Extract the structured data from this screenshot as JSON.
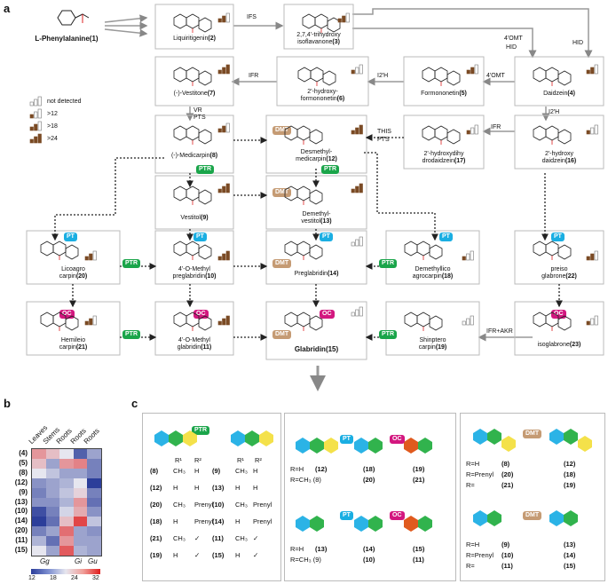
{
  "panels": {
    "a": "a",
    "b": "b",
    "c": "c"
  },
  "legend": {
    "items": [
      "not detected",
      ">12",
      ">18",
      ">24"
    ]
  },
  "compounds": {
    "phe": {
      "name": "L-Phenylalanine",
      "num": "(1)"
    },
    "c2": {
      "name": "Liquiritigenin",
      "num": "(2)"
    },
    "c3": {
      "name1": "2,7,4'-trihydroxy",
      "name2": "isoflavanone",
      "num": "(3)"
    },
    "c4": {
      "name": "Daidzein",
      "num": "(4)"
    },
    "c5": {
      "name": "Formononetin",
      "num": "(5)"
    },
    "c6": {
      "name1": "2'-hydroxy-",
      "name2": "formononetin",
      "num": "(6)"
    },
    "c7": {
      "name": "(-)-Vestitone",
      "num": "(7)"
    },
    "c8": {
      "name": "(-)-Medicarpin",
      "num": "(8)"
    },
    "c12": {
      "name1": "Desmethyl-",
      "name2": "medicarpin",
      "num": "(12)"
    },
    "c17": {
      "name1": "2'-hydroxydihy",
      "name2": "drodaidzein",
      "num": "(17)"
    },
    "c16": {
      "name1": "2'-hydroxy",
      "name2": "daidzein",
      "num": "(16)"
    },
    "c9": {
      "name": "Vestitol",
      "num": "(9)"
    },
    "c13": {
      "name1": "Demethyl-",
      "name2": "vestitol",
      "num": "(13)"
    },
    "c20": {
      "name1": "Licoagro",
      "name2": "carpin",
      "num": "(20)"
    },
    "c10": {
      "name1": "4'-O-Methyl",
      "name2": "preglabridin",
      "num": "(10)"
    },
    "c14": {
      "name": "Preglabridin",
      "num": "(14)"
    },
    "c18": {
      "name1": "Demethyllico",
      "name2": "agrocarpin",
      "num": "(18)"
    },
    "c22": {
      "name1": "preiso",
      "name2": "glabrone",
      "num": "(22)"
    },
    "c21": {
      "name1": "Hemileio",
      "name2": "carpin",
      "num": "(21)"
    },
    "c11": {
      "name1": "4'-O-Methyl",
      "name2": "glabridin",
      "num": "(11)"
    },
    "c15": {
      "name": "Glabridin",
      "num": "(15)"
    },
    "c19": {
      "name1": "Shinptero",
      "name2": "carpin",
      "num": "(19)"
    },
    "c23": {
      "name": "isoglabrone",
      "num": "(23)"
    }
  },
  "enzymes": {
    "ifs": "IFS",
    "omt_hid": "4'OMT",
    "hid": "HID",
    "hid2": "HID",
    "omt": "4'OMT",
    "i2h": "I2'H",
    "i2h2": "I2'H",
    "ifr": "IFR",
    "ifr2": "IFR",
    "vr": "VR",
    "pts": "PTS",
    "this": "THIS",
    "pts2": "PTS",
    "ifr_akr": "IFR+AKR"
  },
  "pills": {
    "dmt": "DMT",
    "ptr": "PTR",
    "pt": "PT",
    "oc": "OC"
  },
  "heatmap": {
    "columns": [
      "Leaves",
      "Stems",
      "Roots",
      "Roots",
      "Roots"
    ],
    "species": [
      "Gg",
      "Gi",
      "Gu"
    ],
    "rows": [
      "(4)",
      "(5)",
      "(8)",
      "(12)",
      "(9)",
      "(13)",
      "(10)",
      "(14)",
      "(20)",
      "(11)",
      "(15)"
    ],
    "values": [
      [
        26,
        24,
        22,
        14,
        18
      ],
      [
        24,
        18,
        26,
        27,
        16
      ],
      [
        22,
        20,
        18,
        18,
        16
      ],
      [
        17,
        18,
        19,
        22,
        12
      ],
      [
        16,
        18,
        20,
        23,
        16
      ],
      [
        17,
        17,
        19,
        26,
        15
      ],
      [
        13,
        16,
        21,
        25,
        17
      ],
      [
        12,
        15,
        24,
        30,
        20
      ],
      [
        16,
        18,
        28,
        18,
        17
      ],
      [
        19,
        15,
        26,
        18,
        18
      ],
      [
        22,
        18,
        29,
        19,
        18
      ]
    ],
    "scale": {
      "ticks": [
        "12",
        "18",
        "24",
        "32"
      ]
    }
  },
  "table_c1": {
    "header": [
      "R¹",
      "R²",
      "R¹",
      "R²"
    ],
    "rows": [
      [
        "(8)",
        "CH₃",
        "H",
        "(9)",
        "CH₃",
        "H"
      ],
      [
        "(12)",
        "H",
        "H",
        "(13)",
        "H",
        "H"
      ],
      [
        "(20)",
        "CH₃",
        "Prenyl",
        "(10)",
        "CH₃",
        "Prenyl"
      ],
      [
        "(18)",
        "H",
        "Prenyl",
        "(14)",
        "H",
        "Prenyl"
      ],
      [
        "(21)",
        "CH₃",
        "✓",
        "(11)",
        "CH₃",
        "✓"
      ],
      [
        "(19)",
        "H",
        "✓",
        "(15)",
        "H",
        "✓"
      ]
    ]
  },
  "c2": {
    "top_rows": [
      [
        "R=H",
        "(12)",
        "(18)",
        "(19)"
      ],
      [
        "R=CH₃ (8)",
        "",
        "(20)",
        "(21)"
      ]
    ],
    "bottom_rows": [
      [
        "R=H",
        "(13)",
        "(14)",
        "(15)"
      ],
      [
        "R=CH₃ (9)",
        "",
        "(10)",
        "(11)"
      ]
    ]
  },
  "c3": {
    "top_rows": [
      [
        "R=H",
        "(8)",
        "(12)"
      ],
      [
        "R=Prenyl",
        "(20)",
        "(18)"
      ],
      [
        "R=",
        "(21)",
        "(19)"
      ]
    ],
    "bottom_rows": [
      [
        "R=H",
        "(9)",
        "(13)"
      ],
      [
        "R=Prenyl",
        "(10)",
        "(14)"
      ],
      [
        "R=",
        "(11)",
        "(15)"
      ]
    ]
  }
}
